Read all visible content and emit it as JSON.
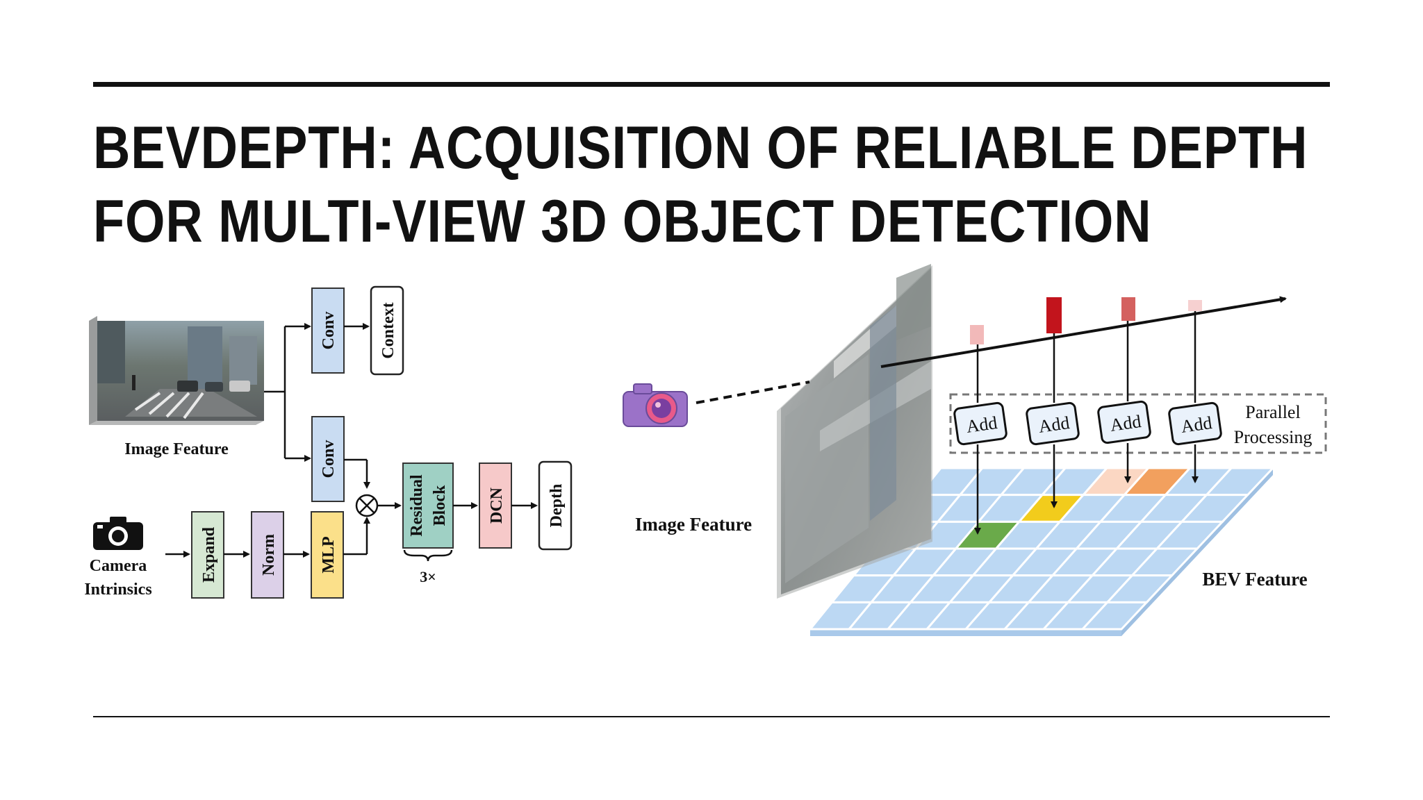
{
  "slide": {
    "title_line1": "BEVDEPTH: ACQUISITION OF RELIABLE DEPTH",
    "title_line2": "FOR MULTI-VIEW 3D OBJECT DETECTION"
  },
  "left_diagram": {
    "image_feature_label": "Image Feature",
    "camera_label_line1": "Camera",
    "camera_label_line2": "Intrinsics",
    "conv_top": "Conv",
    "context": "Context",
    "conv_mid": "Conv",
    "expand": "Expand",
    "norm": "Norm",
    "mlp": "MLP",
    "residual_line1": "Residual",
    "residual_line2": "Block",
    "repeat": "3×",
    "dcn": "DCN",
    "depth": "Depth",
    "multiply_symbol": "⊗"
  },
  "right_diagram": {
    "image_feature_label": "Image Feature",
    "bev_feature_label": "BEV Feature",
    "add_labels": [
      "Add",
      "Add",
      "Add",
      "Add"
    ],
    "parallel_line1": "Parallel",
    "parallel_line2": "Processing"
  },
  "colors": {
    "conv": "#c9dcf2",
    "expand": "#d6e8d3",
    "norm": "#dcd0e8",
    "mlp": "#fbe08a",
    "residual": "#9fd0c4",
    "dcn": "#f6c9c9",
    "bev_cell": "#bcd8f3",
    "cell_green": "#6aaa4a",
    "cell_yellow": "#f2cc1c",
    "cell_peach": "#fbd7c3",
    "cell_orange": "#f2a05e",
    "camera_icon": "#9b72c8"
  }
}
